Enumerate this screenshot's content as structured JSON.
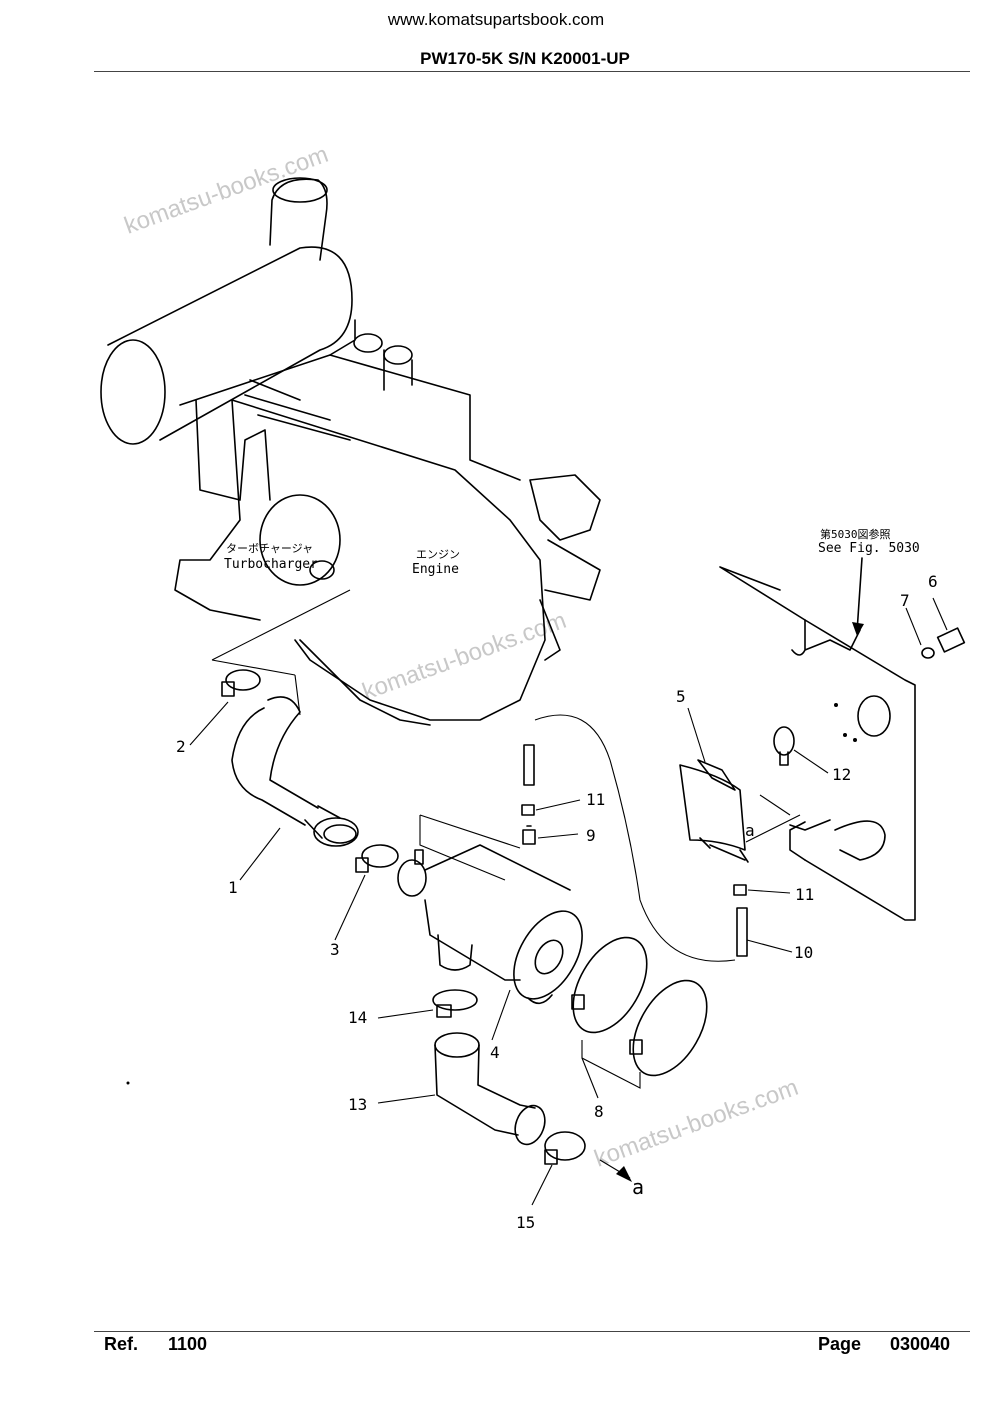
{
  "header": {
    "url": "www.komatsupartsbook.com",
    "title": "PW170-5K S/N K20001-UP"
  },
  "footer": {
    "ref_label": "Ref.",
    "ref_value": "1100",
    "page_label": "Page",
    "page_value": "030040"
  },
  "watermarks": [
    "komatsu-books.com",
    "komatsu-books.com",
    "komatsu-books.com"
  ],
  "diagram": {
    "turbo_jp": "ターボチャージャ",
    "turbo": "Turbocharger",
    "engine_jp": "エンジン",
    "engine": "Engine",
    "see_jp": "第5030図参照",
    "see": "See Fig. 5030",
    "callouts": [
      "1",
      "2",
      "3",
      "4",
      "5",
      "6",
      "7",
      "8",
      "9",
      "10",
      "11",
      "11",
      "12",
      "13",
      "14",
      "15"
    ],
    "ref_a1": "a",
    "ref_a2": "a"
  }
}
